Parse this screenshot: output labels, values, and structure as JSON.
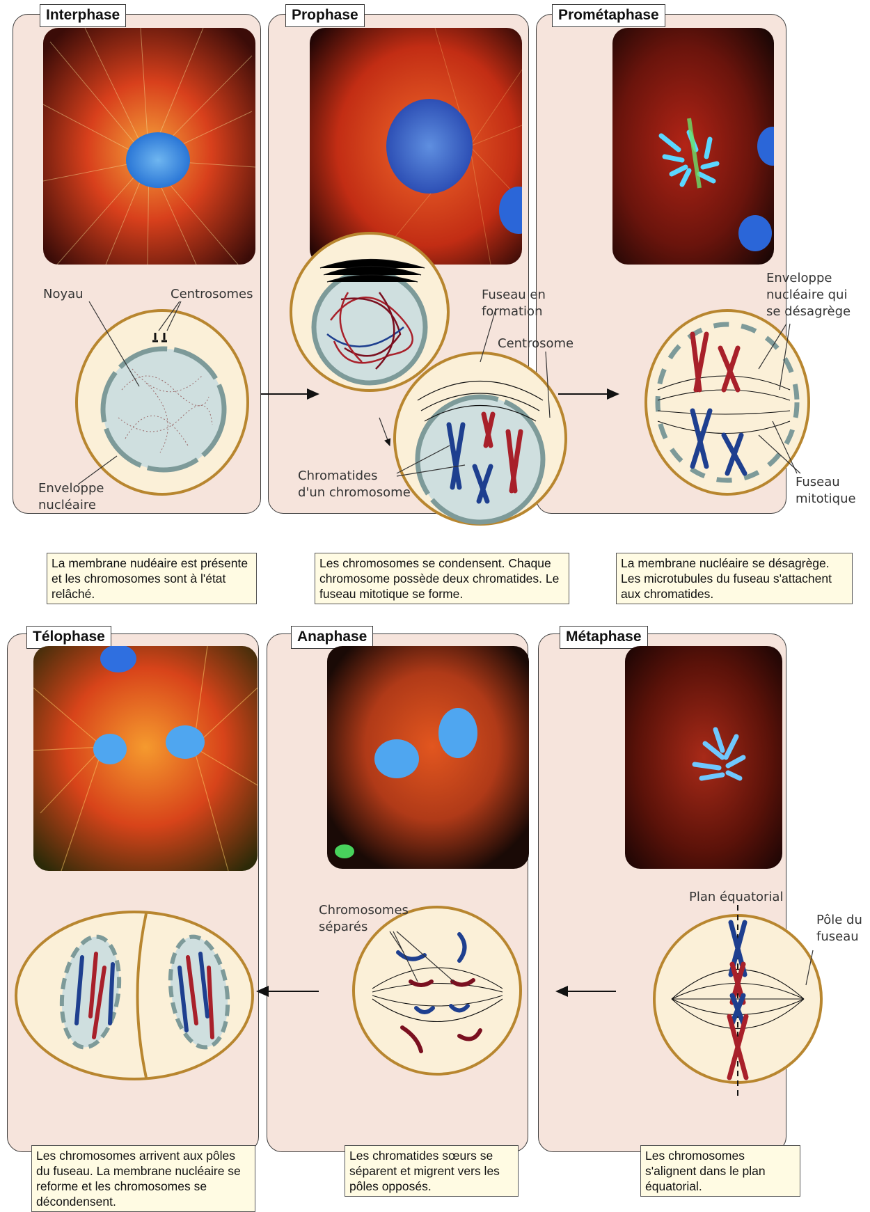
{
  "phases": {
    "interphase": {
      "title": "Interphase",
      "caption": "La membrane nudéaire est présente et les chromosomes sont à l'état relâché.",
      "labels": {
        "noyau": "Noyau",
        "centrosomes": "Centrosomes",
        "enveloppe_1": "Enveloppe",
        "enveloppe_2": "nucléaire"
      }
    },
    "prophase": {
      "title": "Prophase",
      "caption": "Les chromosomes se condensent. Chaque chromosome possède deux chromatides. Le fuseau mitotique se forme.",
      "labels": {
        "fuseau_1": "Fuseau en",
        "fuseau_2": "formation",
        "centrosome": "Centrosome",
        "chromatides_1": "Chromatides",
        "chromatides_2": "d'un chromosome"
      }
    },
    "prometaphase": {
      "title": "Prométaphase",
      "caption": "La membrane nucléaire se désagrège. Les microtubules du fuseau s'attachent aux chromatides.",
      "labels": {
        "enveloppe_1": "Enveloppe",
        "enveloppe_2": "nucléaire qui",
        "enveloppe_3": "se désagrège",
        "fuseau_1": "Fuseau",
        "fuseau_2": "mitotique"
      }
    },
    "telophase": {
      "title": "Télophase",
      "caption": "Les chromosomes arrivent aux pôles du fuseau. La membrane nucléaire se reforme et les chromosomes se décondensent."
    },
    "anaphase": {
      "title": "Anaphase",
      "caption": "Les chromatides sœurs se séparent et migrent vers les pôles opposés.",
      "labels": {
        "chromosomes_1": "Chromosomes",
        "chromosomes_2": "séparés"
      }
    },
    "metaphase": {
      "title": "Métaphase",
      "caption": "Les chromosomes s'alignent dans le plan équatorial.",
      "labels": {
        "plan": "Plan équatorial",
        "pole_1": "Pôle du",
        "pole_2": "fuseau"
      }
    }
  },
  "colors": {
    "panel_bg": "#f6e4dc",
    "caption_bg": "#fffbe3",
    "cell_border": "#b8862f",
    "cell_fill": "#fbf0d8",
    "nucleus_fill": "#cfdfdf",
    "nucleus_border": "#7d9a99",
    "chromosome_red": "#a8202a",
    "chromosome_blue": "#1e3f8f"
  },
  "icons": [
    "arrow-right-icon",
    "arrow-left-icon"
  ]
}
